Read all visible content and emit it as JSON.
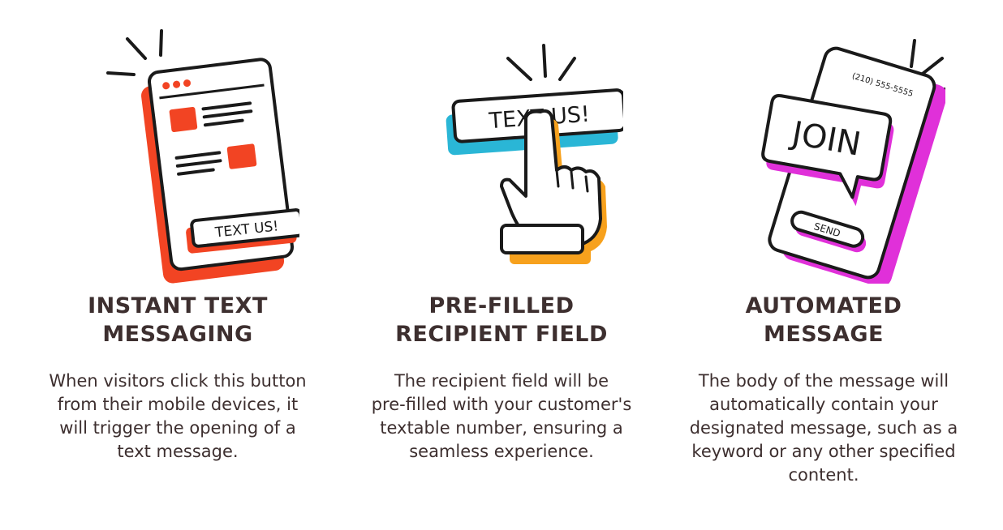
{
  "colors": {
    "text": "#3d2f2f",
    "accent_red": "#f24423",
    "accent_cyan": "#2ab6d6",
    "accent_orange": "#f7a11d",
    "accent_magenta": "#e030d9"
  },
  "features": [
    {
      "icon": "phone-text-us-button-icon",
      "illustration_label": "TEXT US!",
      "title_lines": [
        "INSTANT TEXT",
        "MESSAGING"
      ],
      "description_lines": [
        "When visitors click this button",
        "from their mobile devices, it",
        "will trigger the opening of a",
        "text message."
      ]
    },
    {
      "icon": "hand-pointer-click-icon",
      "illustration_label": "TEXT US!",
      "title_lines": [
        "PRE-FILLED",
        "RECIPIENT FIELD"
      ],
      "description_lines": [
        "The recipient field will be",
        "pre-filled with your customer's",
        "textable number, ensuring a",
        "seamless experience."
      ]
    },
    {
      "icon": "phone-join-message-icon",
      "illustration_phone_number": "(210) 555-5555",
      "illustration_bubble": "JOIN",
      "illustration_send": "SEND",
      "title_lines": [
        "AUTOMATED",
        "MESSAGE"
      ],
      "description_lines": [
        "The body of the message will",
        "automatically contain your",
        "designated message, such as a",
        "keyword or any other specified",
        "content."
      ]
    }
  ]
}
